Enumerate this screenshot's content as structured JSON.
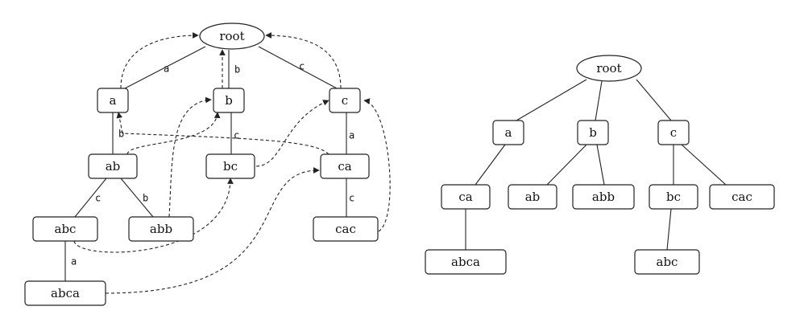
{
  "left_tree": {
    "nodes": [
      {
        "id": "root",
        "label": "root",
        "shape": "ellipse"
      },
      {
        "id": "a",
        "label": "a"
      },
      {
        "id": "b",
        "label": "b"
      },
      {
        "id": "c",
        "label": "c"
      },
      {
        "id": "ab",
        "label": "ab"
      },
      {
        "id": "bc",
        "label": "bc"
      },
      {
        "id": "ca",
        "label": "ca"
      },
      {
        "id": "abc",
        "label": "abc"
      },
      {
        "id": "abb",
        "label": "abb"
      },
      {
        "id": "cac",
        "label": "cac"
      },
      {
        "id": "abca",
        "label": "abca"
      }
    ],
    "edges": [
      {
        "from": "root",
        "to": "a",
        "label": "a"
      },
      {
        "from": "root",
        "to": "b",
        "label": "b"
      },
      {
        "from": "root",
        "to": "c",
        "label": "c"
      },
      {
        "from": "a",
        "to": "ab",
        "label": "b"
      },
      {
        "from": "b",
        "to": "bc",
        "label": "c"
      },
      {
        "from": "c",
        "to": "ca",
        "label": "a"
      },
      {
        "from": "ab",
        "to": "abc",
        "label": "c"
      },
      {
        "from": "ab",
        "to": "abb",
        "label": "b"
      },
      {
        "from": "ca",
        "to": "cac",
        "label": "c"
      },
      {
        "from": "abc",
        "to": "abca",
        "label": "a"
      }
    ],
    "fail_links": [
      {
        "from": "a",
        "to": "root"
      },
      {
        "from": "b",
        "to": "root"
      },
      {
        "from": "c",
        "to": "root"
      },
      {
        "from": "ab",
        "to": "b"
      },
      {
        "from": "abb",
        "to": "b"
      },
      {
        "from": "ca",
        "to": "a"
      },
      {
        "from": "bc",
        "to": "c"
      },
      {
        "from": "cac",
        "to": "c"
      },
      {
        "from": "abc",
        "to": "bc"
      },
      {
        "from": "abca",
        "to": "ca"
      }
    ]
  },
  "right_tree": {
    "nodes": [
      {
        "id": "root",
        "label": "root",
        "shape": "ellipse"
      },
      {
        "id": "a",
        "label": "a"
      },
      {
        "id": "b",
        "label": "b"
      },
      {
        "id": "c",
        "label": "c"
      },
      {
        "id": "ca",
        "label": "ca"
      },
      {
        "id": "ab",
        "label": "ab"
      },
      {
        "id": "abb",
        "label": "abb"
      },
      {
        "id": "bc",
        "label": "bc"
      },
      {
        "id": "cac",
        "label": "cac"
      },
      {
        "id": "abca",
        "label": "abca"
      },
      {
        "id": "abc",
        "label": "abc"
      }
    ],
    "edges": [
      {
        "from": "root",
        "to": "a"
      },
      {
        "from": "root",
        "to": "b"
      },
      {
        "from": "root",
        "to": "c"
      },
      {
        "from": "a",
        "to": "ca"
      },
      {
        "from": "b",
        "to": "ab"
      },
      {
        "from": "b",
        "to": "abb"
      },
      {
        "from": "c",
        "to": "bc"
      },
      {
        "from": "c",
        "to": "cac"
      },
      {
        "from": "ca",
        "to": "abca"
      },
      {
        "from": "bc",
        "to": "abc"
      }
    ]
  }
}
